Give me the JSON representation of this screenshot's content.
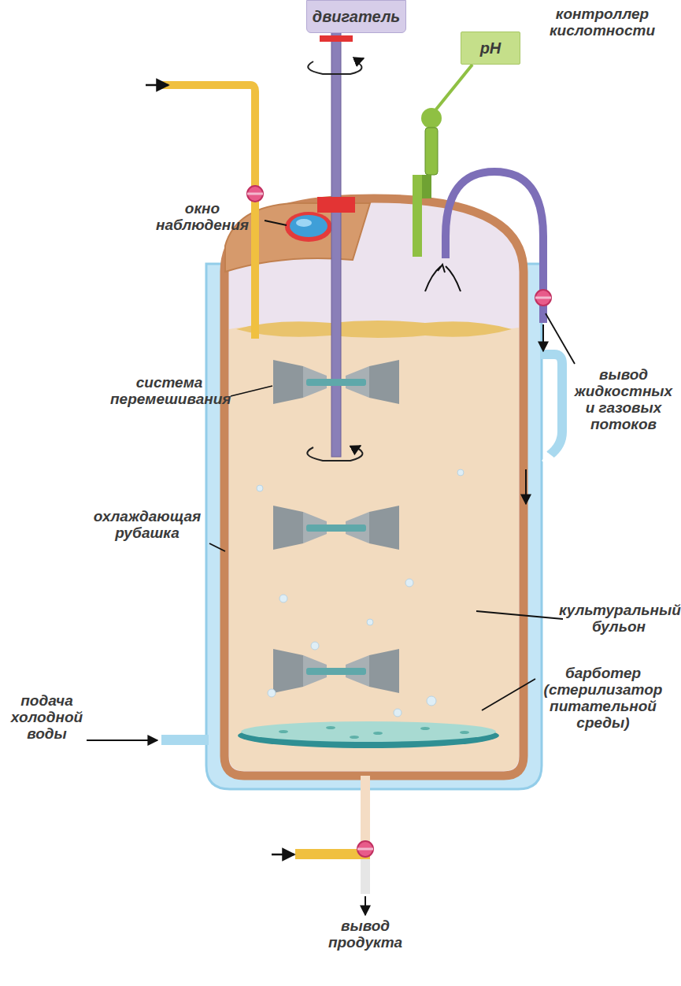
{
  "diagram": {
    "nodes": [
      {
        "text": [
          "двигатель"
        ]
      },
      {
        "text": [
          "pH"
        ]
      }
    ],
    "labels": [
      "контроллер кислотности",
      "окно наблюдения",
      "вывод жидкостных и газовых потоков",
      "система перемешивания",
      "охлаждающая рубашка",
      "культуральный бульон",
      "подача холодной воды",
      "барботер (стерилизатор питательной среды)",
      "вывод продукта"
    ]
  }
}
